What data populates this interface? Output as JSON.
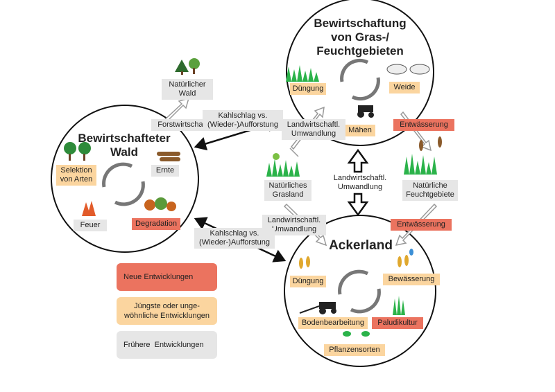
{
  "cycles": {
    "wetland": {
      "title_line1": "Bewirtschaftung",
      "title_line2": "von Gras-/",
      "title_line3": "Feuchtgebieten",
      "duengung": "Düngung",
      "weide": "Weide",
      "maehen": "Mähen"
    },
    "forest": {
      "title_line1": "Bewirtschafteter",
      "title_line2": "Wald",
      "selektion": "Selektion\nvon Arten",
      "ernte": "Ernte",
      "feuer": "Feuer",
      "degradation": "Degradation"
    },
    "cropland": {
      "title": "Ackerland",
      "duengung": "Düngung",
      "bewaesserung": "Bewässerung",
      "bodenbearbeitung": "Bodenbearbeitung",
      "paludikultur": "Paludikultur",
      "pflanzensorten": "Pflanzensorten"
    }
  },
  "nodes": {
    "natuerlicher_wald": "Natürlicher\nWald",
    "forstwirtschaft": "Forstwirtschaft",
    "kahlschlag_top": "Kahlschlag vs.\n(Wieder-)Aufforstung",
    "kahlschlag_bottom": "Kahlschlag vs.\n(Wieder-)Aufforstung",
    "landw_top": "Landwirtschaftl.\nUmwandlung",
    "landw_center": "Landwirtschaftl.\nUmwandlung",
    "landw_bottom": "Landwirtschaftl.\nUmwandlung",
    "grasland": "Natürliches\nGrasland",
    "feuchtgebiete": "Natürliche\nFeuchtgebiete",
    "entwaesserung_top": "Entwässerung",
    "entwaesserung_bottom": "Entwässerung"
  },
  "legend": {
    "neue": "Neue Entwicklungen",
    "juengste": "Jüngste oder unge-\nwöhnliche Entwicklungen",
    "fruehere": "Frühere  Entwicklungen"
  },
  "colors": {
    "red": "#eb735f",
    "orange": "#fbd59f",
    "gray": "#e6e6e6"
  }
}
